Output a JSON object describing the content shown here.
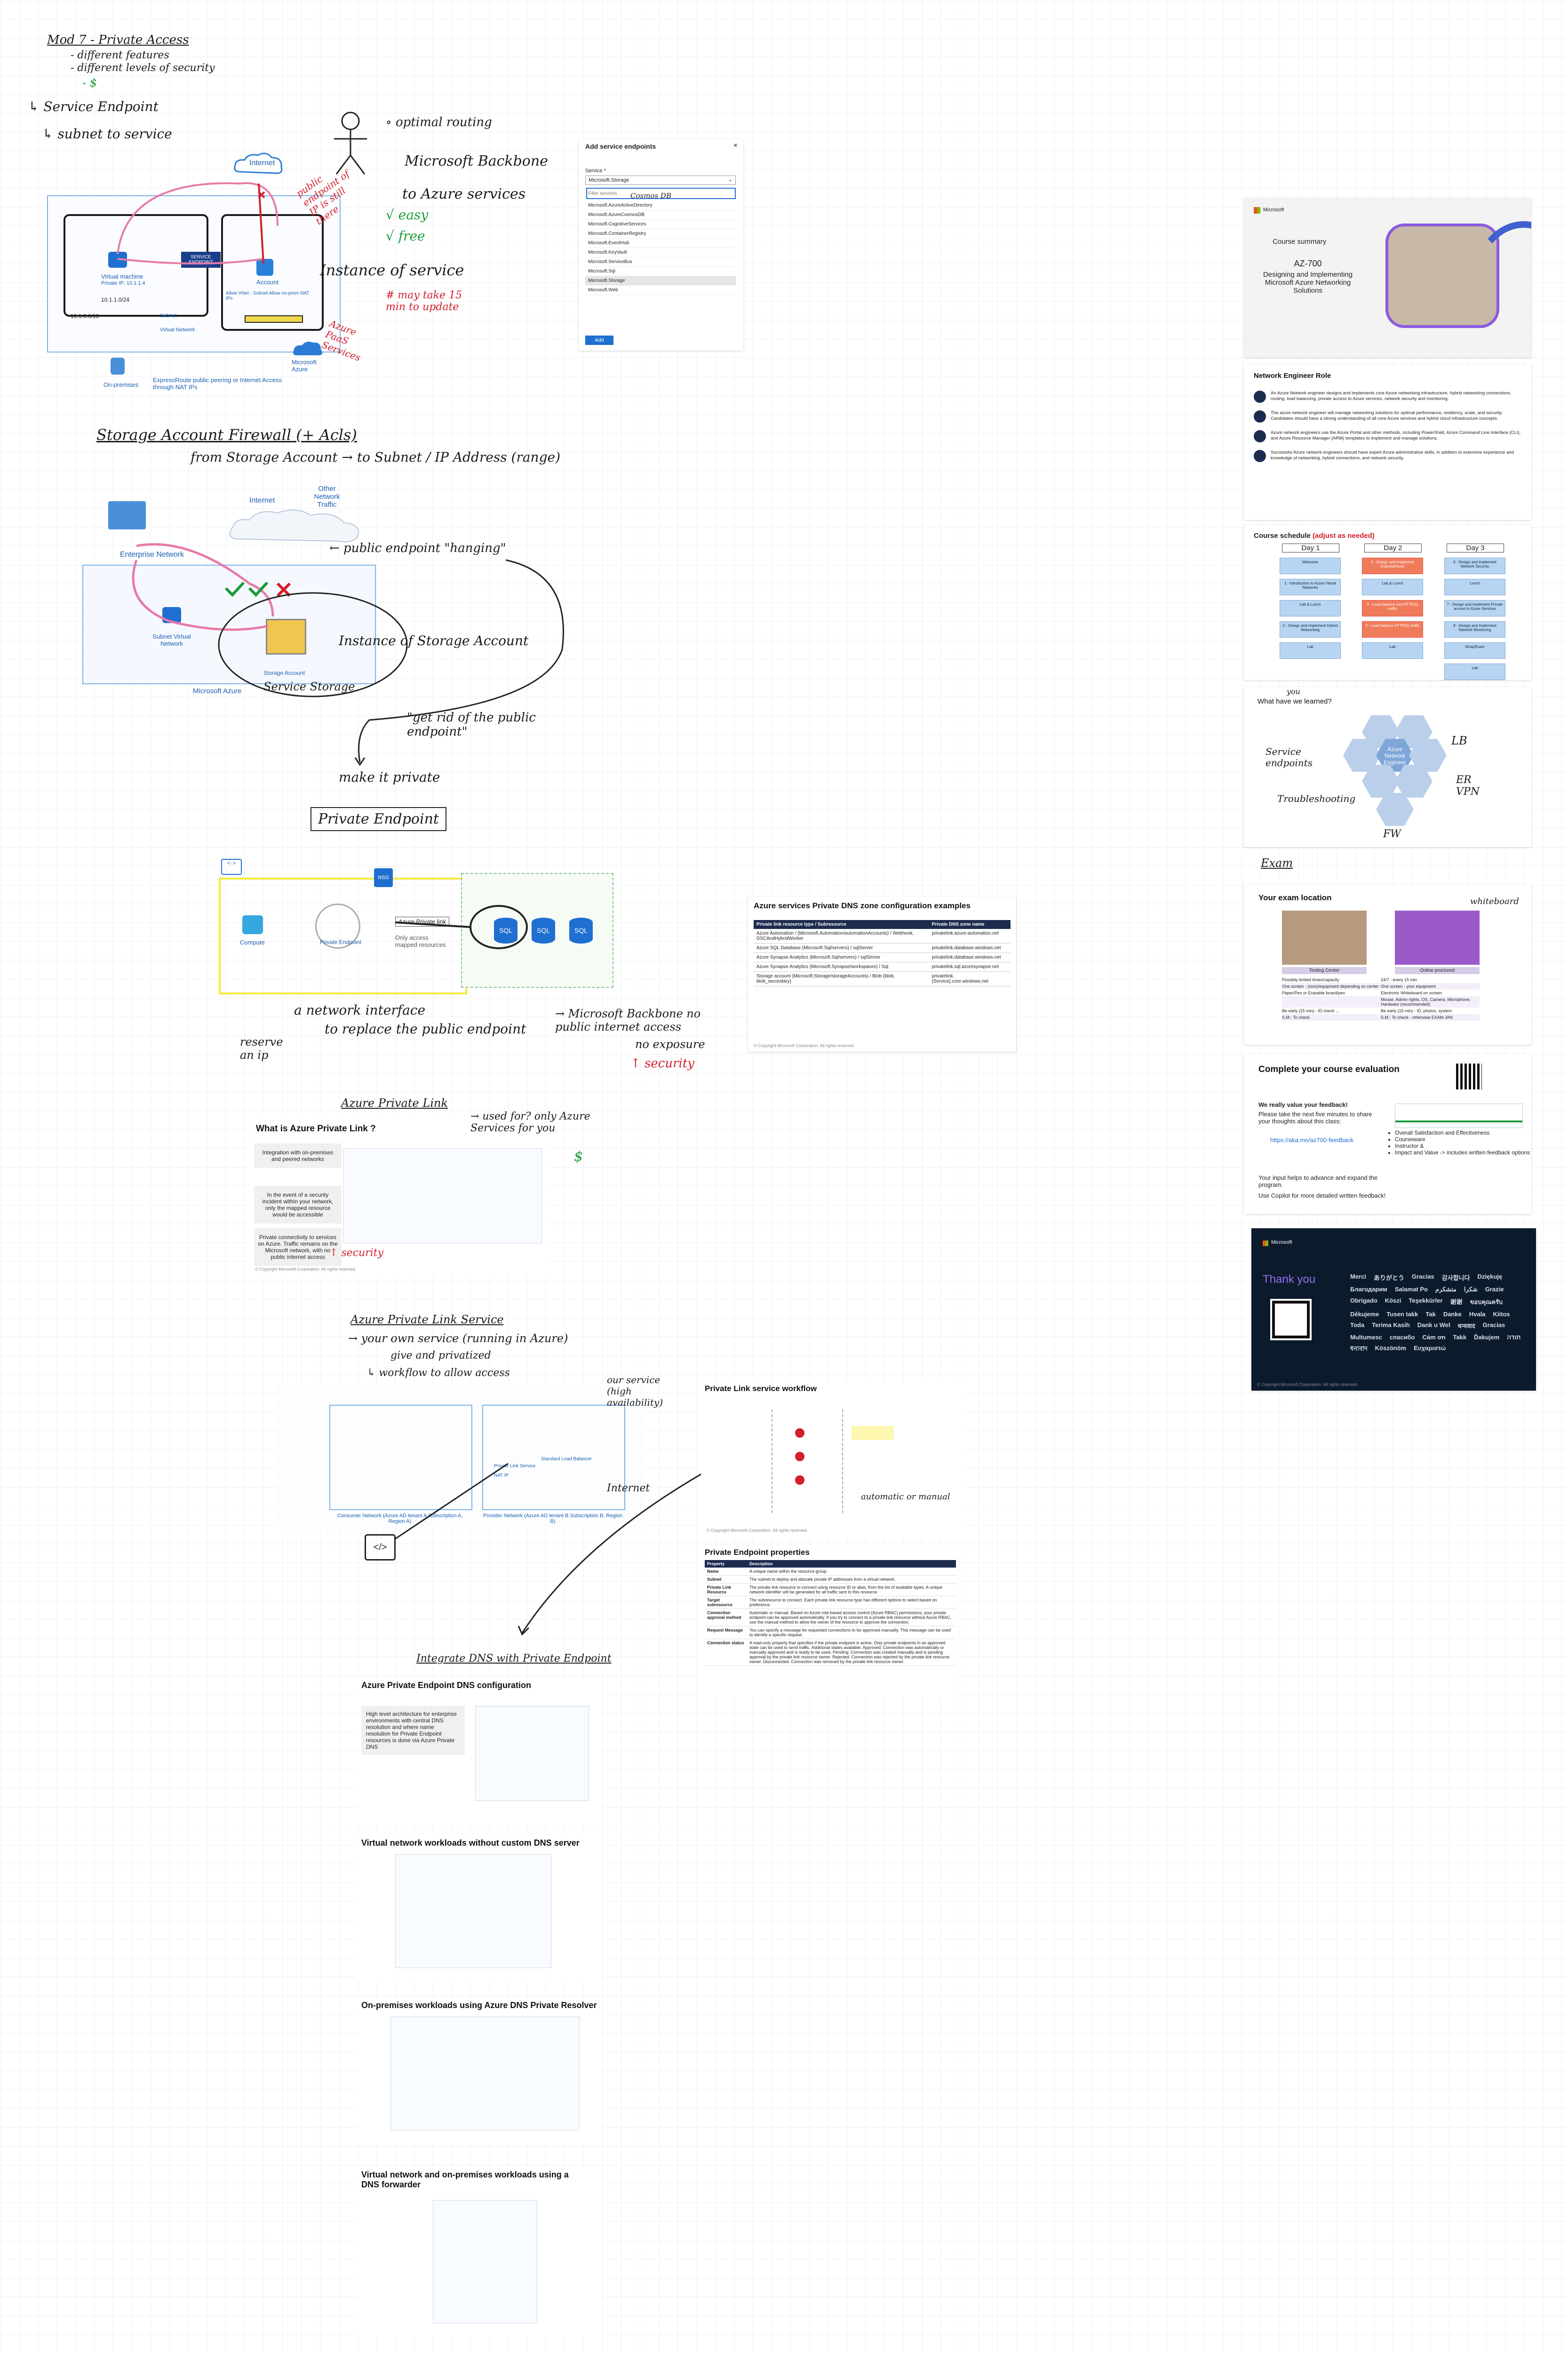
{
  "notes": {
    "heading": "Mod 7 - Private Access",
    "bullets": [
      "- different features",
      "- different levels of security",
      "- $"
    ],
    "service_endpoint": "↳ Service Endpoint",
    "subnet_to_service": "↳ subnet to service",
    "optimal_routing": "∘ optimal routing",
    "microsoft_backbone": "Microsoft Backbone",
    "to_azure_services": "to Azure services",
    "easy": "√ easy",
    "free": "√ free",
    "instance_of_service": "Instance of service",
    "may_take": "# may take 15 min to update",
    "public_endpoint_still": "public endpoint of IP is still there",
    "azure_paas_services": "Azure PaaS Services",
    "storage_firewall": "Storage Account Firewall (+ Acls)",
    "from_storage_account": "from Storage Account → to Subnet / IP Address (range)",
    "public_endpoint_hanging": "← public endpoint \"hanging\"",
    "instance_of_storage": "Instance of Storage Account",
    "service_storage": "Service Storage",
    "get_rid_public": "\"get rid of the public endpoint\"",
    "make_it_private": "make it private",
    "private_endpoint": "Private Endpoint",
    "network_interface": "a network interface",
    "replace_public": "to replace the public endpoint",
    "reserve_an_ip": "reserve an ip",
    "ms_backbone_no_public": "→ Microsoft Backbone no public internet access",
    "no_exposure": "no exposure",
    "security": "↑ security",
    "azure_private_link": "Azure Private Link",
    "used_for": "→ used for? only Azure Services for you",
    "dollar": "$",
    "security_small": "↑ security",
    "private_link_service": "Azure Private Link Service",
    "your_own_service": "→ your own service (running in Azure)",
    "give_and_privatized": "give and privatized",
    "workflow_to_allow": "↳ workflow to allow access",
    "our_service": "our service (high availability)",
    "internet": "Internet",
    "automatic_or_manual": "automatic or manual",
    "integrate_dns": "Integrate DNS with Private Endpoint",
    "exam": "Exam",
    "you": "you",
    "what_have_learned": "What have we learned?"
  },
  "diagram_labels": {
    "internet": "Internet",
    "virtual_machine": "Virtual machine",
    "private_ip": "Private IP: 10.1.1.4",
    "subnet_a": "10.1.1.0/24",
    "vnet_a": "10.1.0.0/16",
    "subnet": "Subnet",
    "virtual_network": "Virtual Network",
    "service_endpoint_box": "SERVICE ENDPOINT",
    "account": "Account",
    "allow_vnet": "Allow VNet - Subnet Allow on-prem NAT IPs",
    "microsoft_azure": "Microsoft Azure",
    "on_premises": "On-premises",
    "expressroute": "ExpressRoute public peering or Internet Access through NAT IPs",
    "enterprise_network": "Enterprise Network",
    "other_network_traffic": "Other Network Traffic",
    "subnet_vnet": "Subnet Virtual Network",
    "storage_account": "Storage Account",
    "nsg": "NSG",
    "compute": "Compute",
    "private_endpoint_label": "Private Endpoint",
    "azure_private_link": "Azure Private link",
    "only_access": "Only access mapped resources",
    "sql": "SQL"
  },
  "add_service_endpoints": {
    "title": "Add service endpoints",
    "service_label": "Service *",
    "selected": "Microsoft.Storage",
    "filter_placeholder": "Filter services",
    "options": [
      "Microsoft.AzureActiveDirectory",
      "Microsoft.AzureCosmosDB",
      "Microsoft.CognitiveServices",
      "Microsoft.ContainerRegistry",
      "Microsoft.EventHub",
      "Microsoft.KeyVault",
      "Microsoft.ServiceBus",
      "Microsoft.Sql",
      "Microsoft.Storage",
      "Microsoft.Web"
    ],
    "annotation": "Cosmos DB",
    "add_button": "Add"
  },
  "dns_zone_slide": {
    "title": "Azure services Private DNS zone configuration examples",
    "headers": [
      "Private link resource type / Subresource",
      "Private DNS zone name"
    ],
    "rows": [
      [
        "Azure Automation / (Microsoft.Automation/automationAccounts) / Webhook, DSCAndHybridWorker",
        "privatelink.azure-automation.net"
      ],
      [
        "Azure SQL Database (Microsoft.Sql/servers) / sqlServer",
        "privatelink.database.windows.net"
      ],
      [
        "Azure Synapse Analytics (Microsoft.Sql/servers) / sqlServer",
        "privatelink.database.windows.net"
      ],
      [
        "Azure Synapse Analytics (Microsoft.Synapse/workspaces) / Sql",
        "privatelink.sql.azuresynapse.net"
      ],
      [
        "Storage account (Microsoft.Storage/storageAccounts) / Blob (blob, blob_secondary)",
        "privatelink.{Service}.core.windows.net"
      ]
    ],
    "copyright": "© Copyright Microsoft Corporation. All rights reserved."
  },
  "what_is_private_link": {
    "title": "What is Azure Private Link ?",
    "points": [
      "Integration with on-premises and peered networks",
      "In the event of a security incident within your network, only the mapped resource would be accessible",
      "Private connectivity to services on Azure. Traffic remains on the Microsoft network, with no public internet access"
    ],
    "copyright": "© Copyright Microsoft Corporation. All rights reserved."
  },
  "pls_diagram": {
    "consumer": "Consumer Network (Azure AD tenant A Subscription A, Region A)",
    "provider": "Provider Network (Azure AD tenant B Subscription B, Region B)",
    "nat_ip": "NAT IP",
    "private_link_service": "Private Link Service",
    "standard_lb": "Standard Load Balancer"
  },
  "pls_workflow": {
    "title": "Private Link service workflow",
    "copyright": "© Copyright Microsoft Corporation. All rights reserved."
  },
  "pe_properties": {
    "title": "Private Endpoint properties",
    "headers": [
      "Property",
      "Description"
    ],
    "rows": [
      [
        "Name",
        "A unique name within the resource group."
      ],
      [
        "Subnet",
        "The subnet to deploy and allocate private IP addresses from a virtual network."
      ],
      [
        "Private Link Resource",
        "The private link resource to connect using resource ID or alias, from the list of available types. A unique network identifier will be generated for all traffic sent to this resource."
      ],
      [
        "Target subresource",
        "The subresource to connect. Each private link resource type has different options to select based on preference."
      ],
      [
        "Connection approval method",
        "Automatic or manual. Based on Azure role-based access control (Azure RBAC) permissions, your private endpoint can be approved automatically. If you try to connect to a private link resource without Azure RBAC, use the manual method to allow the owner of the resource to approve the connection."
      ],
      [
        "Request Message",
        "You can specify a message for requested connections to be approved manually. This message can be used to identify a specific request."
      ],
      [
        "Connection status",
        "A read-only property that specifies if the private endpoint is active. Only private endpoints in an approved state can be used to send traffic. Additional states available: Approved: Connection was automatically or manually approved and is ready to be used. Pending: Connection was created manually and is pending approval by the private link resource owner. Rejected: Connection was rejected by the private link resource owner. Disconnected: Connection was removed by the private link resource owner."
      ]
    ]
  },
  "dns_slides": [
    {
      "title": "Azure Private Endpoint DNS configuration",
      "text": "High level architecture for enterprise environments with central DNS resolution and where name resolution for Private Endpoint resources is done via Azure Private DNS"
    },
    {
      "title": "Virtual network workloads without custom DNS server"
    },
    {
      "title": "On-premises workloads using Azure DNS Private Resolver"
    },
    {
      "title": "Virtual network and on-premises workloads using a DNS forwarder"
    }
  ],
  "course_summary": {
    "brand": "Microsoft",
    "label": "Course summary",
    "course_code": "AZ-700",
    "course_title": "Designing and Implementing Microsoft Azure Networking Solutions",
    "role_title": "Network Engineer Role",
    "role_points": [
      "An Azure Network engineer designs and implements core Azure networking infrastructure, hybrid networking connections, routing, load balancing, private access to Azure services, network security and monitoring.",
      "The azure network engineer will manage networking solutions for optimal performance, resiliency, scale, and security. Candidates should have a strong understanding of all core Azure services and hybrid cloud infrastructure concepts.",
      "Azure network engineers use the Azure Portal and other methods, including PowerShell, Azure Command Line Interface (CLI), and Azure Resource Manager (ARM) templates to implement and manage solutions.",
      "Successful Azure network engineers should have expert Azure administrative skills, in addition to extensive experience and knowledge of networking, hybrid connections, and network security."
    ],
    "schedule_title": "Course schedule",
    "schedule_note": "(adjust as needed)",
    "days": [
      "Day 1",
      "Day 2",
      "Day 3"
    ],
    "day1": [
      "Welcome",
      "1 - Introduction to Azure Virtual Networks",
      "Lab & Lunch",
      "2 - Design and Implement Hybrid Networking",
      "Lab"
    ],
    "day2": [
      "3 - Design and Implement ExpressRoute",
      "Lab & Lunch",
      "4 - Load balance non-HTTP(S) traffic",
      "5 - Load balance HTTP(S) traffic",
      "Lab"
    ],
    "day3": [
      "6 - Design and Implement Network Security",
      "Lunch",
      "7 - Design and Implement Private access to Azure Services",
      "8 - Design and Implement Network Monitoring",
      "Wrap/Exam",
      "Lab"
    ]
  },
  "learned": {
    "center": "Azure Network Engineer",
    "service_endpoints": "Service endpoints",
    "troubleshooting": "Troubleshooting",
    "lb": "LB",
    "er_vpn": "ER VPN",
    "fw": "FW"
  },
  "exam_location": {
    "title": "Your exam location",
    "testing_center": "Testing Center",
    "online": "Online proctored",
    "rows": [
      [
        "Possibly limited times/capacity",
        "24/7 - every 15 min"
      ],
      [
        "One screen - (size)/equipment depending on center",
        "One screen - your equipment"
      ],
      [
        "Paper/Pen or Erasable board/pen",
        "Electronic Whiteboard on screen"
      ],
      [
        "",
        "Mouse, Admin rights, OS, Camera, Microphone, Hardware (recommended)"
      ],
      [
        "Be early (15 min) - ID check ...",
        "Be early (15 min) - ID, photos, system"
      ],
      [
        "S.M.: To check",
        "S.M.: To check - otherwise EXAM JAN"
      ]
    ],
    "whiteboard": "whiteboard"
  },
  "evaluation": {
    "title": "Complete your course evaluation",
    "value": "We really value your feedback!",
    "take": "Please take the next five minutes to share your thoughts about this class:",
    "link": "https://aka.ms/az700-feedback",
    "helps": "Your input helps to advance and expand the program.",
    "copilot": "Use Copilot for more detailed written feedback!",
    "bullets": [
      "Overall Satisfaction and Effectiveness",
      "Courseware",
      "Instructor &",
      "Impact and Value -> includes written feedback options"
    ]
  },
  "thank_you": {
    "brand": "Microsoft",
    "title": "Thank you",
    "words": [
      "Merci",
      "ありがとう",
      "Gracias",
      "감사합니다",
      "Dziękuję",
      "Благодарим",
      "Salamat Po",
      "متشکرم",
      "شكرا",
      "Grazie",
      "Obrigado",
      "Köszi",
      "Teşekkürler",
      "谢谢",
      "ขอบคุณครับ",
      "Děkujeme",
      "Tusen takk",
      "Tak",
      "Danke",
      "Hvala",
      "Kiitos",
      "Toda",
      "Terima Kasih",
      "Dank u Wel",
      "धन्यवाद",
      "Gracias",
      "Multumesc",
      "спасибо",
      "Cảm ơn",
      "Takk",
      "Ďakujem",
      "תודה",
      "ধন্যবাদ",
      "Köszönöm",
      "Ευχαριστώ"
    ],
    "copyright": "© Copyright Microsoft Corporation. All rights reserved."
  },
  "colors": {
    "azure_blue": "#1f6fd1",
    "pink_path": "#e87aa8",
    "red_ink": "#d21f2b",
    "green_ink": "#1c9b3a",
    "yellow_highlight": "#f5f27a",
    "navy": "#0b1b2b"
  }
}
